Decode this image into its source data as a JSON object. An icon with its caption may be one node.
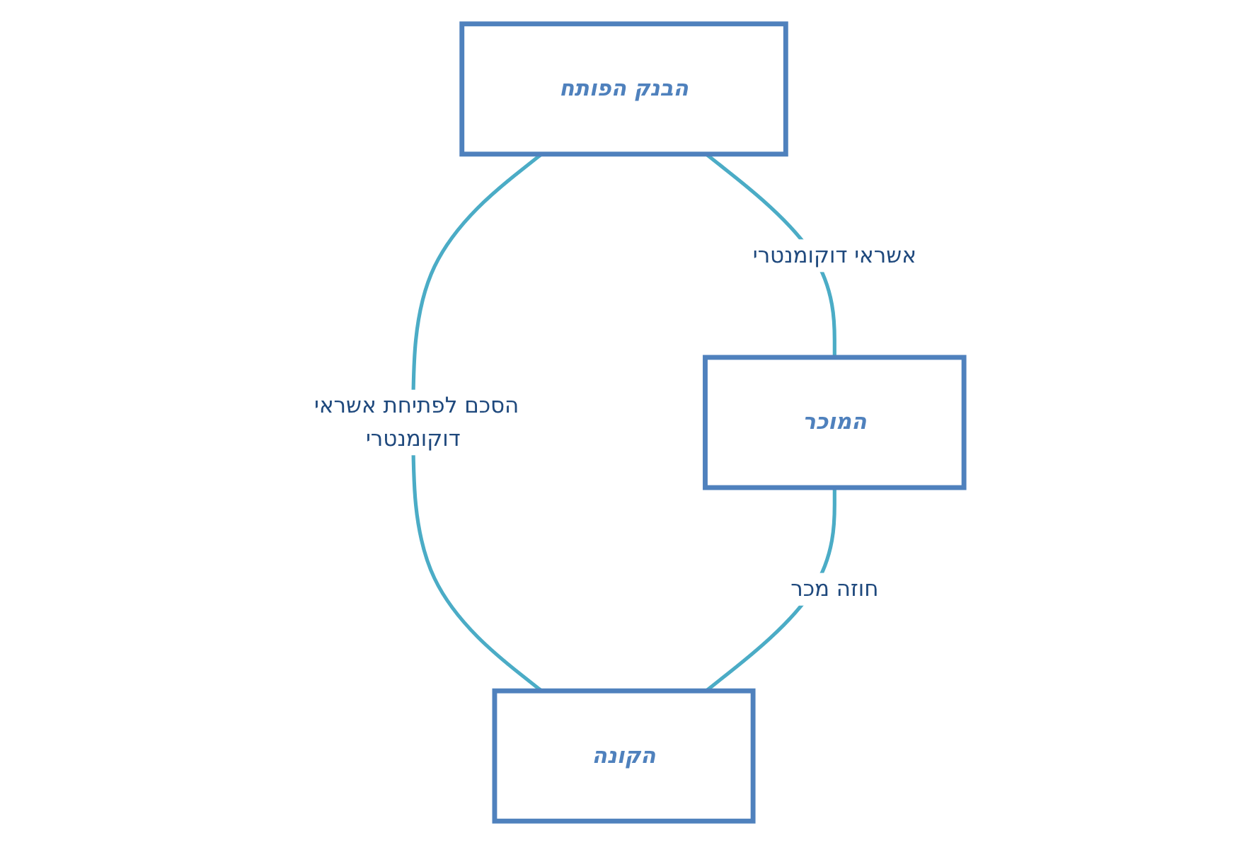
{
  "diagram": {
    "nodes": [
      {
        "text": [
          "הבנק הפותח"
        ]
      },
      {
        "text": [
          "המוכר"
        ]
      },
      {
        "text": [
          "הקונה"
        ]
      }
    ],
    "edges": [
      {
        "from": 0,
        "to": 1,
        "arrow": "none",
        "label": "אשראי דוקומנטרי"
      },
      {
        "from": 0,
        "to": 2,
        "arrow": "none",
        "label": "הסכם לפתיחת אשראי דוקומנטרי"
      },
      {
        "from": 1,
        "to": 2,
        "arrow": "none",
        "label": "חוזה מכר"
      }
    ]
  }
}
